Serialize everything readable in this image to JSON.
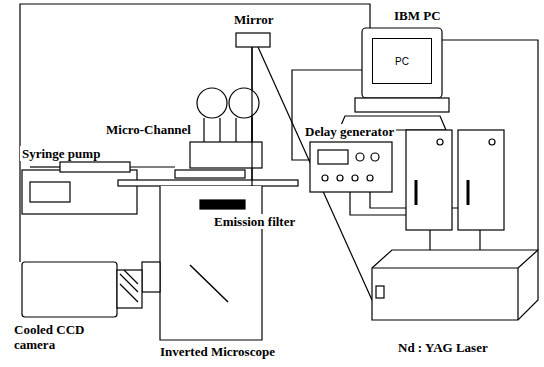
{
  "diagram": {
    "nodes": [
      {
        "text": [
          "PC"
        ]
      }
    ],
    "labels": [
      "Mirror",
      "IBM PC",
      "Delay generator",
      "Micro-Channel",
      "Syringe pump",
      "Emission filter",
      "Cooled CCD camera",
      "Inverted Microscope",
      "Nd : YAG Laser"
    ]
  }
}
